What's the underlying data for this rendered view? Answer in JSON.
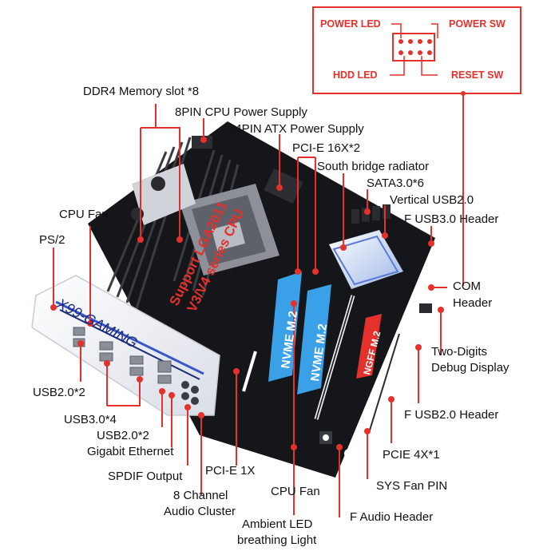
{
  "header_box": {
    "power_led": "POWER LED",
    "power_sw": "POWER SW",
    "hdd_led": "HDD  LED",
    "reset_sw": "RESET SW"
  },
  "labels": {
    "ddr4": "DDR4 Memory slot *8",
    "cpu_power": "8PIN CPU Power Supply",
    "atx_power": "24PIN ATX Power Supply",
    "pcie16": "PCI-E 16X*2",
    "south_bridge": "South bridge radiator",
    "sata": "SATA3.0*6",
    "vertical_usb2": "Vertical USB2.0",
    "f_usb3": "F USB3.0 Header",
    "cpu_fan_top": "CPU Fan",
    "ps2": "PS/2",
    "com_line1": "COM",
    "com_line2": "Header",
    "debug_line1": "Two-Digits",
    "debug_line2": "Debug Display",
    "usb2_2": "USB2.0*2",
    "f_usb2": "F USB2.0 Header",
    "usb3_4": "USB3.0*4",
    "usb2_2b": "USB2.0*2",
    "gigabit": "Gigabit Ethernet",
    "pcie4": "PCIE 4X*1",
    "spdif": "SPDIF Output",
    "pcie1": "PCI-E 1X",
    "sys_fan": "SYS Fan PIN",
    "audio_line1": "8 Channel",
    "audio_line2": "Audio Cluster",
    "cpu_fan_bottom": "CPU Fan",
    "f_audio": "F Audio Header",
    "ambient_line1": "Ambient LED",
    "ambient_line2": "breathing Light"
  },
  "board": {
    "model": "X99-GAMING",
    "socket_text_1": "Support LGA2011",
    "socket_text_2": "V3/V4 series CPU",
    "nvme_1": "NVME M.2",
    "nvme_2": "NVME M.2",
    "ngff": "NGFF M.2"
  },
  "colors": {
    "accent_red": "#e5312b",
    "board_black": "#15161a",
    "nvme_blue": "#3aa0e8",
    "shield_white": "#f2f4f8"
  }
}
